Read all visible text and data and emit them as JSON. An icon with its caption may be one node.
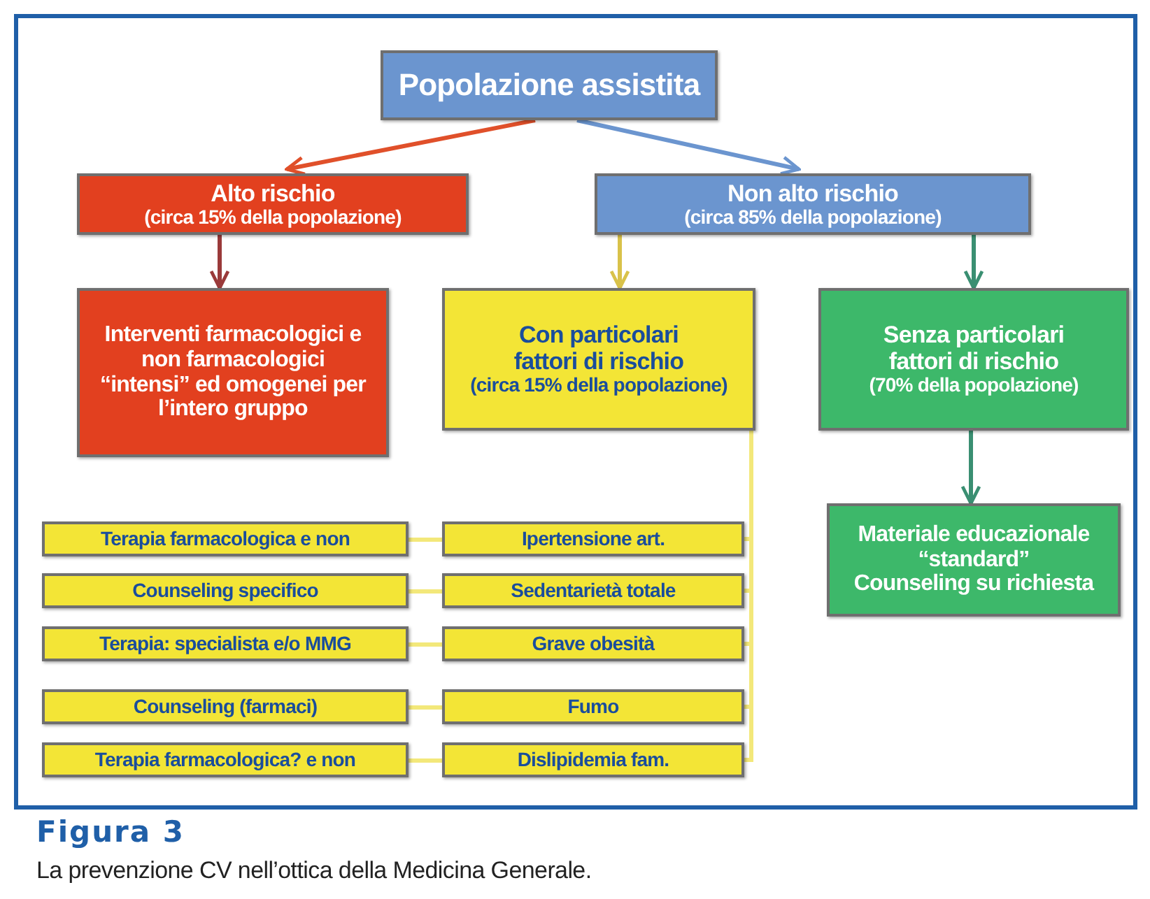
{
  "diagram": {
    "caption": "La prevenzione CV nell’ottica della Medicina Generale.",
    "nodes": [
      {
        "text": [
          "Popolazione assistita"
        ]
      },
      {
        "text": [
          "Alto rischio",
          "(circa 15% della popolazione)"
        ]
      },
      {
        "text": [
          "Non alto rischio",
          "(circa 85% della popolazione)"
        ]
      },
      {
        "text": [
          "Interventi farmacologici e non farmacologici “intensi” ed omogenei per l’intero gruppo"
        ]
      },
      {
        "text": [
          "Con particolari fattori di rischio",
          "(circa 15% della popolazione)"
        ]
      },
      {
        "text": [
          "Senza particolari fattori di rischio",
          "(70% della popolazione)"
        ]
      },
      {
        "text": [
          "Materiale educazionale “standard”",
          "Counseling su richiesta"
        ]
      },
      {
        "text": [
          "Terapia farmacologica e non"
        ]
      },
      {
        "text": [
          "Ipertensione art."
        ]
      },
      {
        "text": [
          "Counseling specifico"
        ]
      },
      {
        "text": [
          "Sedentarietà totale"
        ]
      },
      {
        "text": [
          "Terapia: specialista e/o MMG"
        ]
      },
      {
        "text": [
          "Grave obesità"
        ]
      },
      {
        "text": [
          "Counseling (farmaci)"
        ]
      },
      {
        "text": [
          "Fumo"
        ]
      },
      {
        "text": [
          "Terapia farmacologica? e non"
        ]
      },
      {
        "text": [
          "Dislipidemia fam."
        ]
      }
    ],
    "edges": [
      {
        "from": 0,
        "to": 1,
        "arrow": "to",
        "color": "#e0502a"
      },
      {
        "from": 0,
        "to": 2,
        "arrow": "to",
        "color": "#6b95cf"
      },
      {
        "from": 1,
        "to": 3,
        "arrow": "to",
        "color": "#9a3a3a"
      },
      {
        "from": 2,
        "to": 4,
        "arrow": "to",
        "color": "#d9c24a"
      },
      {
        "from": 2,
        "to": 5,
        "arrow": "to",
        "color": "#3a8f72"
      },
      {
        "from": 5,
        "to": 6,
        "arrow": "to",
        "color": "#3a8f72"
      },
      {
        "from": 4,
        "to": 8,
        "arrow": "none",
        "color": "#f3e87a"
      },
      {
        "from": 4,
        "to": 10,
        "arrow": "none",
        "color": "#f3e87a"
      },
      {
        "from": 4,
        "to": 12,
        "arrow": "none",
        "color": "#f3e87a"
      },
      {
        "from": 4,
        "to": 14,
        "arrow": "none",
        "color": "#f3e87a"
      },
      {
        "from": 4,
        "to": 16,
        "arrow": "none",
        "color": "#f3e87a"
      },
      {
        "from": 8,
        "to": 7,
        "arrow": "none",
        "color": "#f3e87a"
      },
      {
        "from": 10,
        "to": 9,
        "arrow": "none",
        "color": "#f3e87a"
      },
      {
        "from": 12,
        "to": 11,
        "arrow": "none",
        "color": "#f3e87a"
      },
      {
        "from": 14,
        "to": 13,
        "arrow": "none",
        "color": "#f3e87a"
      },
      {
        "from": 16,
        "to": 15,
        "arrow": "none",
        "color": "#f3e87a"
      }
    ],
    "labels": [
      "Figura 3"
    ]
  }
}
